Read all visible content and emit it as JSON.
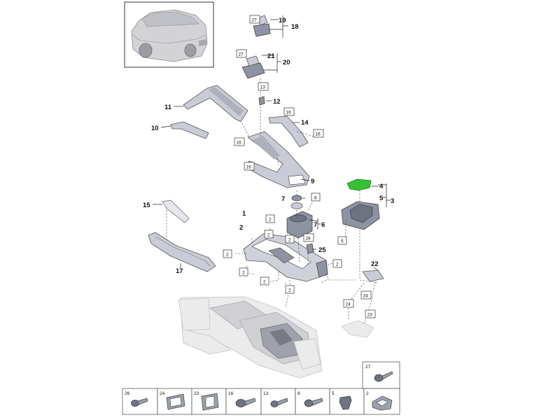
{
  "callouts": {
    "c1": "1",
    "c2": "2",
    "c3": "3",
    "c4": "4",
    "c5": "5",
    "c6": "6",
    "c7a": "7",
    "c7b": "7",
    "c9": "9",
    "c10": "10",
    "c11": "11",
    "c12": "12",
    "c14": "14",
    "c15": "15",
    "c17": "17",
    "c18": "18",
    "c19": "19",
    "c20": "20",
    "c21": "21",
    "c22": "22",
    "c25": "25"
  },
  "ref_boxes": {
    "r27a": "27",
    "r27b": "27",
    "r13": "13",
    "r16a": "16",
    "r16b": "16",
    "r16c": "16",
    "r16d": "16",
    "r8": "8",
    "r26": "26",
    "r5": "5",
    "r2a": "2",
    "r2b": "2",
    "r2c": "2",
    "r2d": "2",
    "r2e": "2",
    "r2f": "2",
    "r2g": "2",
    "r2h": "2",
    "r24a": "24",
    "r24b": "24",
    "r23": "23"
  },
  "fastener_legend": {
    "top_cell": "27",
    "cells": [
      "26",
      "24",
      "23",
      "16",
      "13",
      "8",
      "5",
      "2"
    ]
  }
}
